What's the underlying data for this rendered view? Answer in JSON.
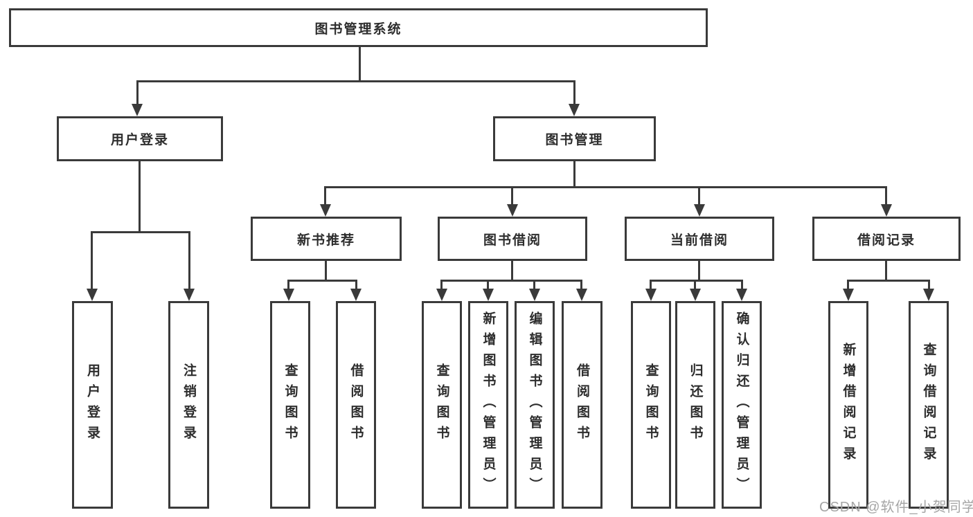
{
  "tree": {
    "label": "图书管理系统",
    "children": [
      {
        "label": "用户登录",
        "children": [
          {
            "label": "用户登录"
          },
          {
            "label": "注销登录"
          }
        ]
      },
      {
        "label": "图书管理",
        "children": [
          {
            "label": "新书推荐",
            "children": [
              {
                "label": "查询图书"
              },
              {
                "label": "借阅图书"
              }
            ]
          },
          {
            "label": "图书借阅",
            "children": [
              {
                "label": "查询图书"
              },
              {
                "label": "新增图书（管理员）"
              },
              {
                "label": "编辑图书（管理员）"
              },
              {
                "label": "借阅图书"
              }
            ]
          },
          {
            "label": "当前借阅",
            "children": [
              {
                "label": "查询图书"
              },
              {
                "label": "归还图书"
              },
              {
                "label": "确认归还（管理员）"
              }
            ]
          },
          {
            "label": "借阅记录",
            "children": [
              {
                "label": "新增借阅记录"
              },
              {
                "label": "查询借阅记录"
              }
            ]
          }
        ]
      }
    ]
  },
  "watermark": {
    "text": "CSDN @软件_小贺同学"
  },
  "colors": {
    "line": "#3a3a3a",
    "text": "#2d2d2d",
    "background": "#ffffff",
    "watermark": "#a6a6a6"
  }
}
